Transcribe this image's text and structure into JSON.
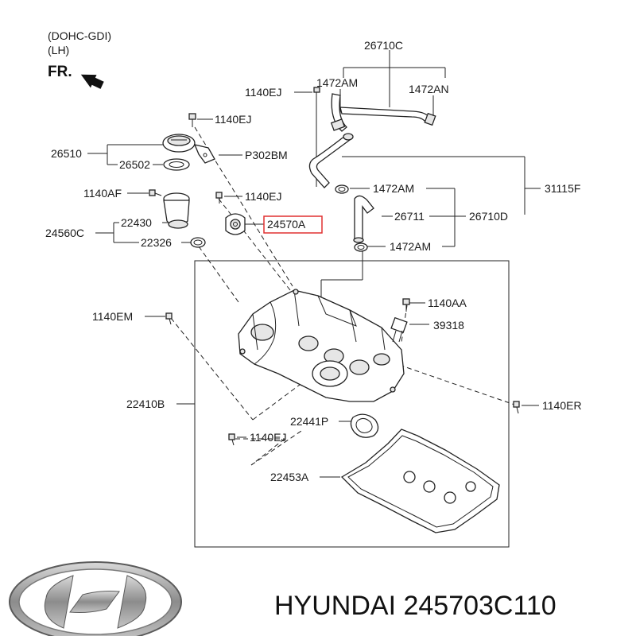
{
  "header": {
    "engine": "(DOHC-GDI)",
    "side": "(LH)",
    "direction": "FR."
  },
  "labels": {
    "p26710C": "26710C",
    "p1140EJ_top": "1140EJ",
    "p1472AM_top": "1472AM",
    "p1472AN": "1472AN",
    "p1140EJ_cap": "1140EJ",
    "p26510": "26510",
    "p26502": "26502",
    "pP302BM": "P302BM",
    "p1140AF": "1140AF",
    "p1140EJ_mid": "1140EJ",
    "p1472AM_mid": "1472AM",
    "p31115F": "31115F",
    "p22430": "22430",
    "p24560C": "24560C",
    "p22326": "22326",
    "p24570A": "24570A",
    "p26711": "26711",
    "p26710D": "26710D",
    "p1472AM_low": "1472AM",
    "p1140AA": "1140AA",
    "p39318": "39318",
    "p1140EM": "1140EM",
    "p22410B": "22410B",
    "p22441P": "22441P",
    "p1140ER": "1140ER",
    "p1140EJ_low": "1140EJ",
    "p22453A": "22453A"
  },
  "highlight": {
    "part": "24570A",
    "color": "#e03030"
  },
  "footer": {
    "brand_text": "HYUNDAI 245703C110",
    "logo": "hyundai-logo"
  }
}
